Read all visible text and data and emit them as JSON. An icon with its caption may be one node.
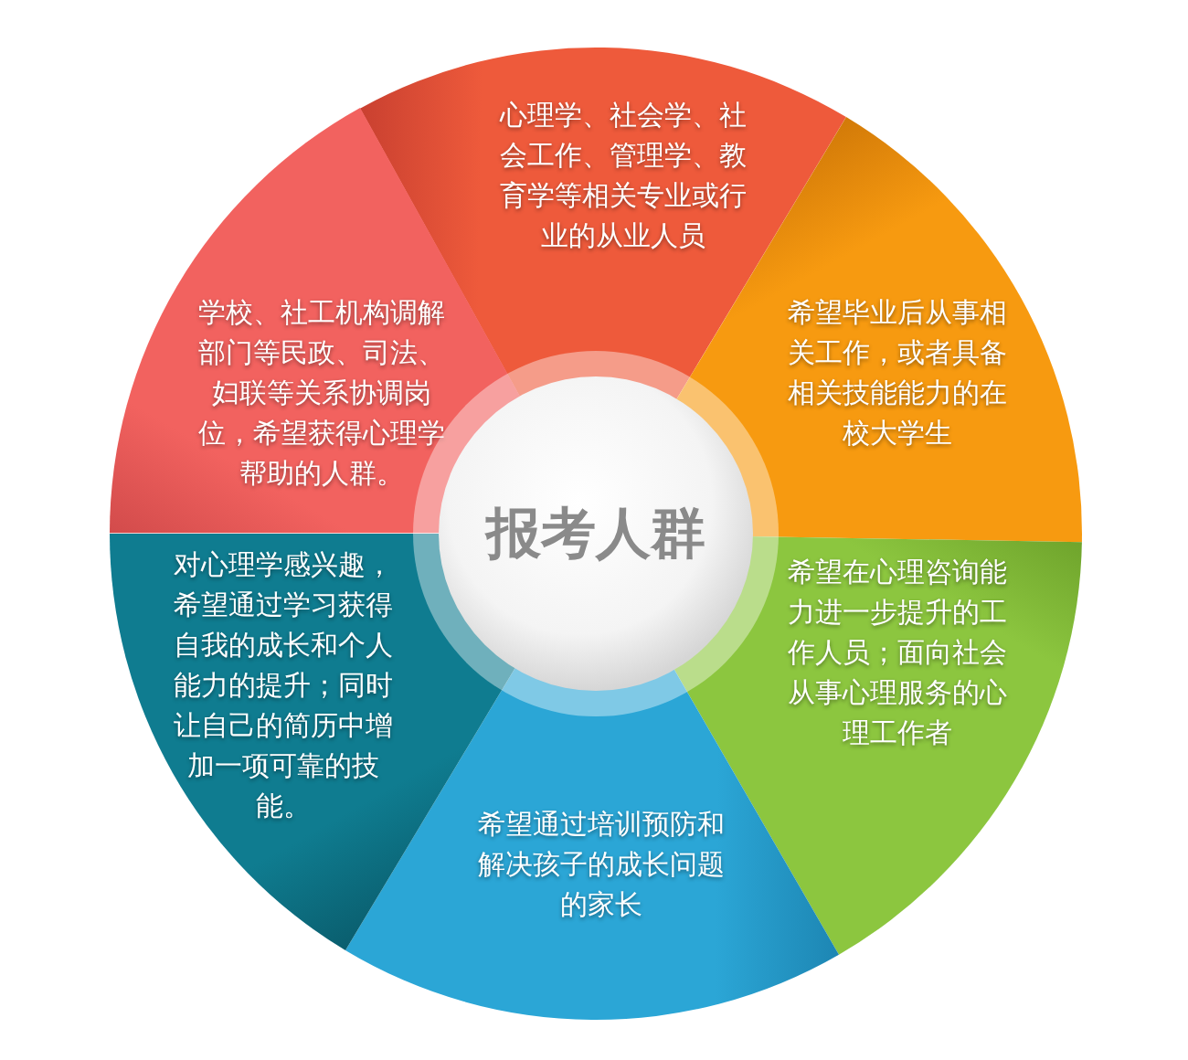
{
  "diagram": {
    "nodes": [
      {
        "text": [
          "心理学、社会学、社会工作、管理学、教育学等相关专业或行业的从业人员"
        ]
      },
      {
        "text": [
          "希望毕业后从事相关工作，或者具备相关技能能力的在校大学生"
        ]
      },
      {
        "text": [
          "希望在心理咨询能力进一步提升的工作人员；面向社会从事心理服务的心理工作者"
        ]
      },
      {
        "text": [
          "希望通过培训预防和解决孩子的成长问题的家长"
        ]
      },
      {
        "text": [
          "对心理学感兴趣，希望通过学习获得自我的成长和个人能力的提升；同时让自己的简历中增加一项可靠的技能。"
        ]
      },
      {
        "text": [
          "学校、社工机构调解部门等民政、司法、妇联等关系协调岗位，希望获得心理学帮助的人群。"
        ]
      },
      {
        "text": [
          "报考人群"
        ]
      }
    ]
  }
}
